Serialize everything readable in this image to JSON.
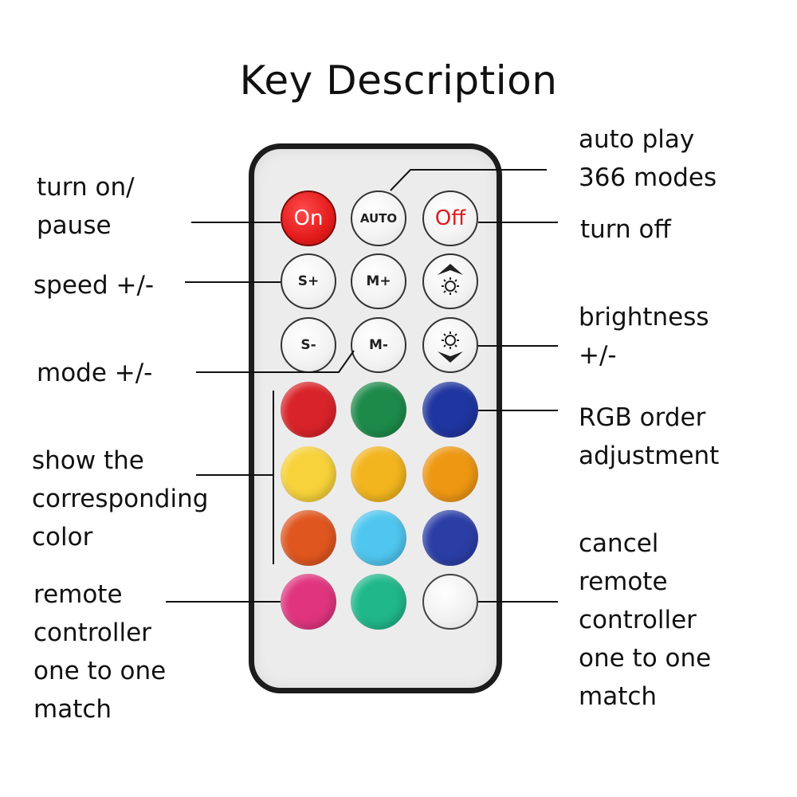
{
  "title": "Key Description",
  "labels": {
    "turn_on_1": "turn on/",
    "turn_on_2": "pause",
    "auto_1": "auto play",
    "auto_2": "366 modes",
    "turn_off": "turn off",
    "speed": "speed +/-",
    "brightness_1": "brightness",
    "brightness_2": "+/-",
    "mode": "mode +/-",
    "rgb_1": "RGB order",
    "rgb_2": "adjustment",
    "show_1": "show the",
    "show_2": "corresponding",
    "show_3": "color",
    "remote_1": "remote",
    "remote_2": "controller",
    "remote_3": "one to one",
    "remote_4": "match",
    "cancel_1": "cancel",
    "cancel_2": "remote",
    "cancel_3": "controller",
    "cancel_4": "one to one",
    "cancel_5": "match"
  },
  "buttons": {
    "on": "On",
    "auto": "AUTO",
    "off": "Off",
    "speed_up": "S+",
    "mode_up": "M+",
    "speed_down": "S-",
    "mode_down": "M-"
  },
  "colors": {
    "red": "#d9232a",
    "green": "#1d8a4a",
    "blue": "#1f35a0",
    "light_yellow": "#f7d23a",
    "yellow": "#f2b51d",
    "orange": "#ee9712",
    "dark_orange": "#e0561f",
    "light_blue": "#4fc6ef",
    "dark_blue": "#2b3ea6",
    "pink": "#e0357e",
    "teal": "#20b889",
    "white": "#f4f4f4"
  }
}
